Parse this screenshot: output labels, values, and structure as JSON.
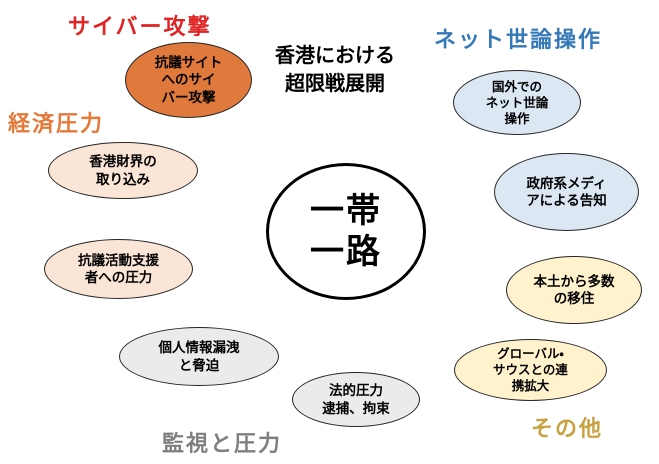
{
  "title": {
    "lines": [
      "香港における",
      "超限戦展開"
    ]
  },
  "center_node": {
    "lines": [
      "一帯",
      "一路"
    ]
  },
  "category_labels": {
    "cyber": "サイバー攻撃",
    "economic": "経済圧力",
    "net_opinion": "ネット世論操作",
    "surveillance": "監視と圧力",
    "other": "その他"
  },
  "nodes": {
    "cyber_attack": {
      "lines": [
        "抗議サイト",
        "へのサイ",
        "バー攻撃"
      ],
      "category": "サイバー攻撃"
    },
    "hk_business": {
      "lines": [
        "香港財界の",
        "取り込み"
      ],
      "category": "経済圧力"
    },
    "protest_supporters": {
      "lines": [
        "抗議活動支援",
        "者への圧力"
      ],
      "category": "経済圧力"
    },
    "personal_info": {
      "lines": [
        "個人情報漏洩",
        "と脅迫"
      ],
      "category": "監視と圧力"
    },
    "legal_pressure": {
      "lines": [
        "法的圧力",
        "逮捕、拘束"
      ],
      "category": "監視と圧力"
    },
    "overseas_opinion": {
      "lines": [
        "国外での",
        "ネット世論",
        "操作"
      ],
      "category": "ネット世論操作"
    },
    "gov_media": {
      "lines": [
        "政府系メディ",
        "アによる告知"
      ],
      "category": "ネット世論操作"
    },
    "mainland_migration": {
      "lines": [
        "本土から多数",
        "の移住"
      ],
      "category": "その他"
    },
    "global_south": {
      "lines": [
        "グローバル・",
        "サウスとの連",
        "携拡大"
      ],
      "category": "その他"
    }
  },
  "colors": {
    "cyber_label": "#E02424",
    "economic_label": "#E5793A",
    "net_opinion_label": "#3579B8",
    "surveillance_label": "#7F7F7F",
    "other_label": "#C8A140",
    "orange_fill": "#E0793C",
    "peach_fill": "#FBE5D6",
    "blue_fill": "#DBE7F3",
    "yellow_fill": "#FFF2CC",
    "gray_fill": "#EBEBEB",
    "node_text": "#000000",
    "center_border": "#000000"
  }
}
